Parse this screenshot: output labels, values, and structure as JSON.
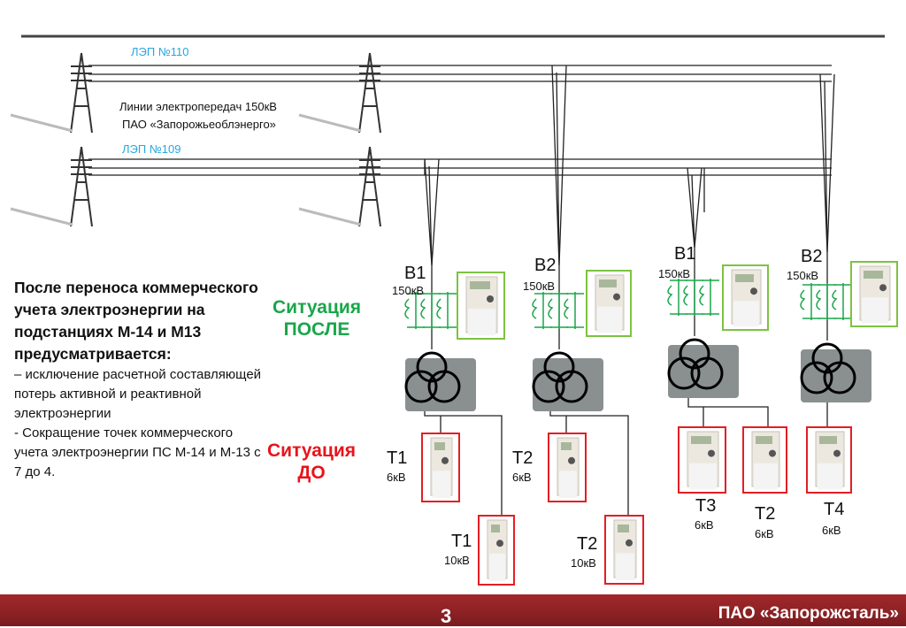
{
  "power_lines": {
    "line_110": "ЛЭП №110",
    "line_109": "ЛЭП №109",
    "caption_line1": "Линии электропередач 150кВ",
    "caption_line2": "ПАО «Запорожьеоблэнерго»"
  },
  "description": {
    "heading": "После переноса коммерческого учета электроэнергии на подстанциях М-14 и М13 предусматривается:",
    "bullet1": "– исключение  расчетной составляющей потерь активной и реактивной электроэнергии",
    "bullet2": "-  Сокращение точек коммерческого учета электроэнергии ПС М-14 и М-13 с 7 до 4."
  },
  "situation_after": {
    "line1": "Ситуация",
    "line2": "ПОСЛЕ",
    "color": "#1aa64a"
  },
  "situation_before": {
    "line1": "Ситуация",
    "line2": "ДО",
    "color": "#e8141b"
  },
  "inputs": [
    {
      "name": "В1",
      "voltage": "150кВ"
    },
    {
      "name": "В2",
      "voltage": "150кВ"
    },
    {
      "name": "В1",
      "voltage": "150кВ"
    },
    {
      "name": "В2",
      "voltage": "150кВ"
    }
  ],
  "outputs": [
    {
      "name": "Т1",
      "voltage": "6кВ"
    },
    {
      "name": "Т2",
      "voltage": "6кВ"
    },
    {
      "name": "Т1",
      "voltage": "10кВ"
    },
    {
      "name": "Т2",
      "voltage": "10кВ"
    },
    {
      "name": "Т3",
      "voltage": "6кВ"
    },
    {
      "name": "Т2",
      "voltage": "6кВ"
    },
    {
      "name": "Т4",
      "voltage": "6кВ"
    }
  ],
  "footer": {
    "page": "3",
    "company": "ПАО «Запорожсталь»"
  },
  "colors": {
    "green_frame": "#7dc242",
    "red_frame": "#e31e24",
    "footer": "#8f2326",
    "lep": "#29a6df"
  }
}
